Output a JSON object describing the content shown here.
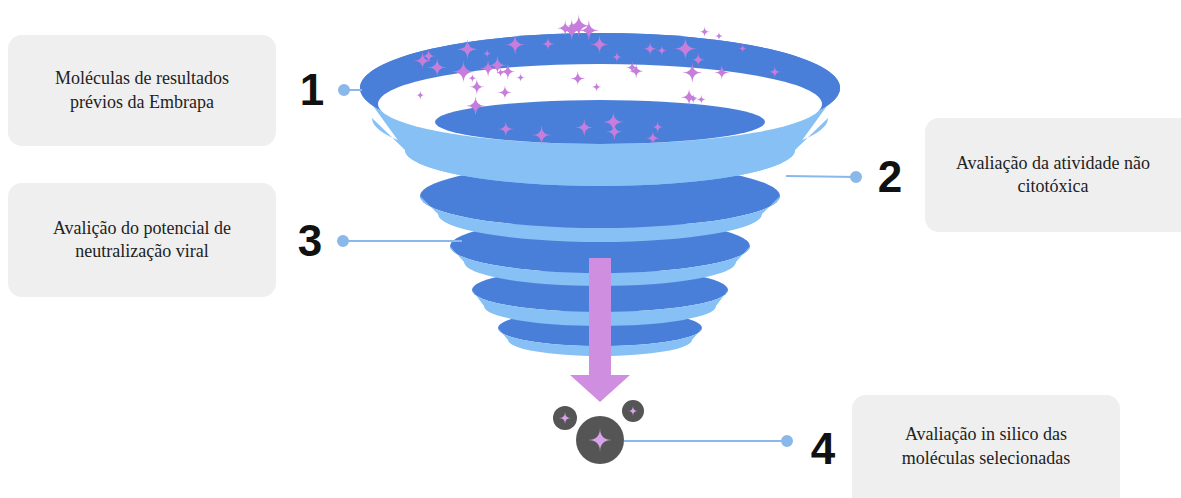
{
  "diagram": {
    "nodes": [
      {
        "text": [
          "Moléculas de resultados prévios da Embrapa"
        ]
      },
      {
        "text": [
          "Avaliação da atividade não citotóxica"
        ]
      },
      {
        "text": [
          "Avalição do potencial de neutralização viral"
        ]
      },
      {
        "text": [
          "Avaliação in silico das moléculas selecionadas"
        ]
      }
    ],
    "labels": [
      "1",
      "2",
      "3",
      "4"
    ]
  }
}
